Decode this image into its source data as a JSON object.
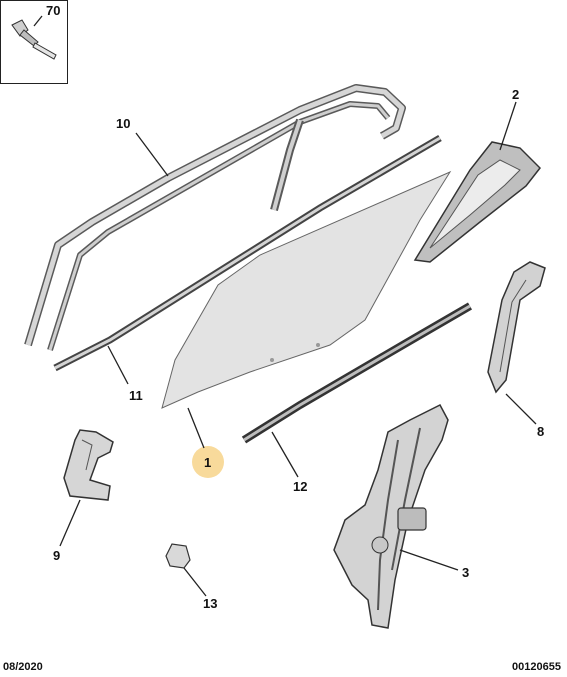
{
  "callouts": {
    "p70": "70",
    "p10": "10",
    "p2": "2",
    "p11": "11",
    "p1": "1",
    "p12": "12",
    "p8": "8",
    "p9": "9",
    "p3": "3",
    "p13": "13"
  },
  "footer": {
    "date": "08/2020",
    "ref": "00120655"
  },
  "colors": {
    "highlight": "#f7d38a",
    "line": "#333333",
    "part_fill": "#d9d9d9",
    "glass_fill": "#e2e2e2"
  }
}
